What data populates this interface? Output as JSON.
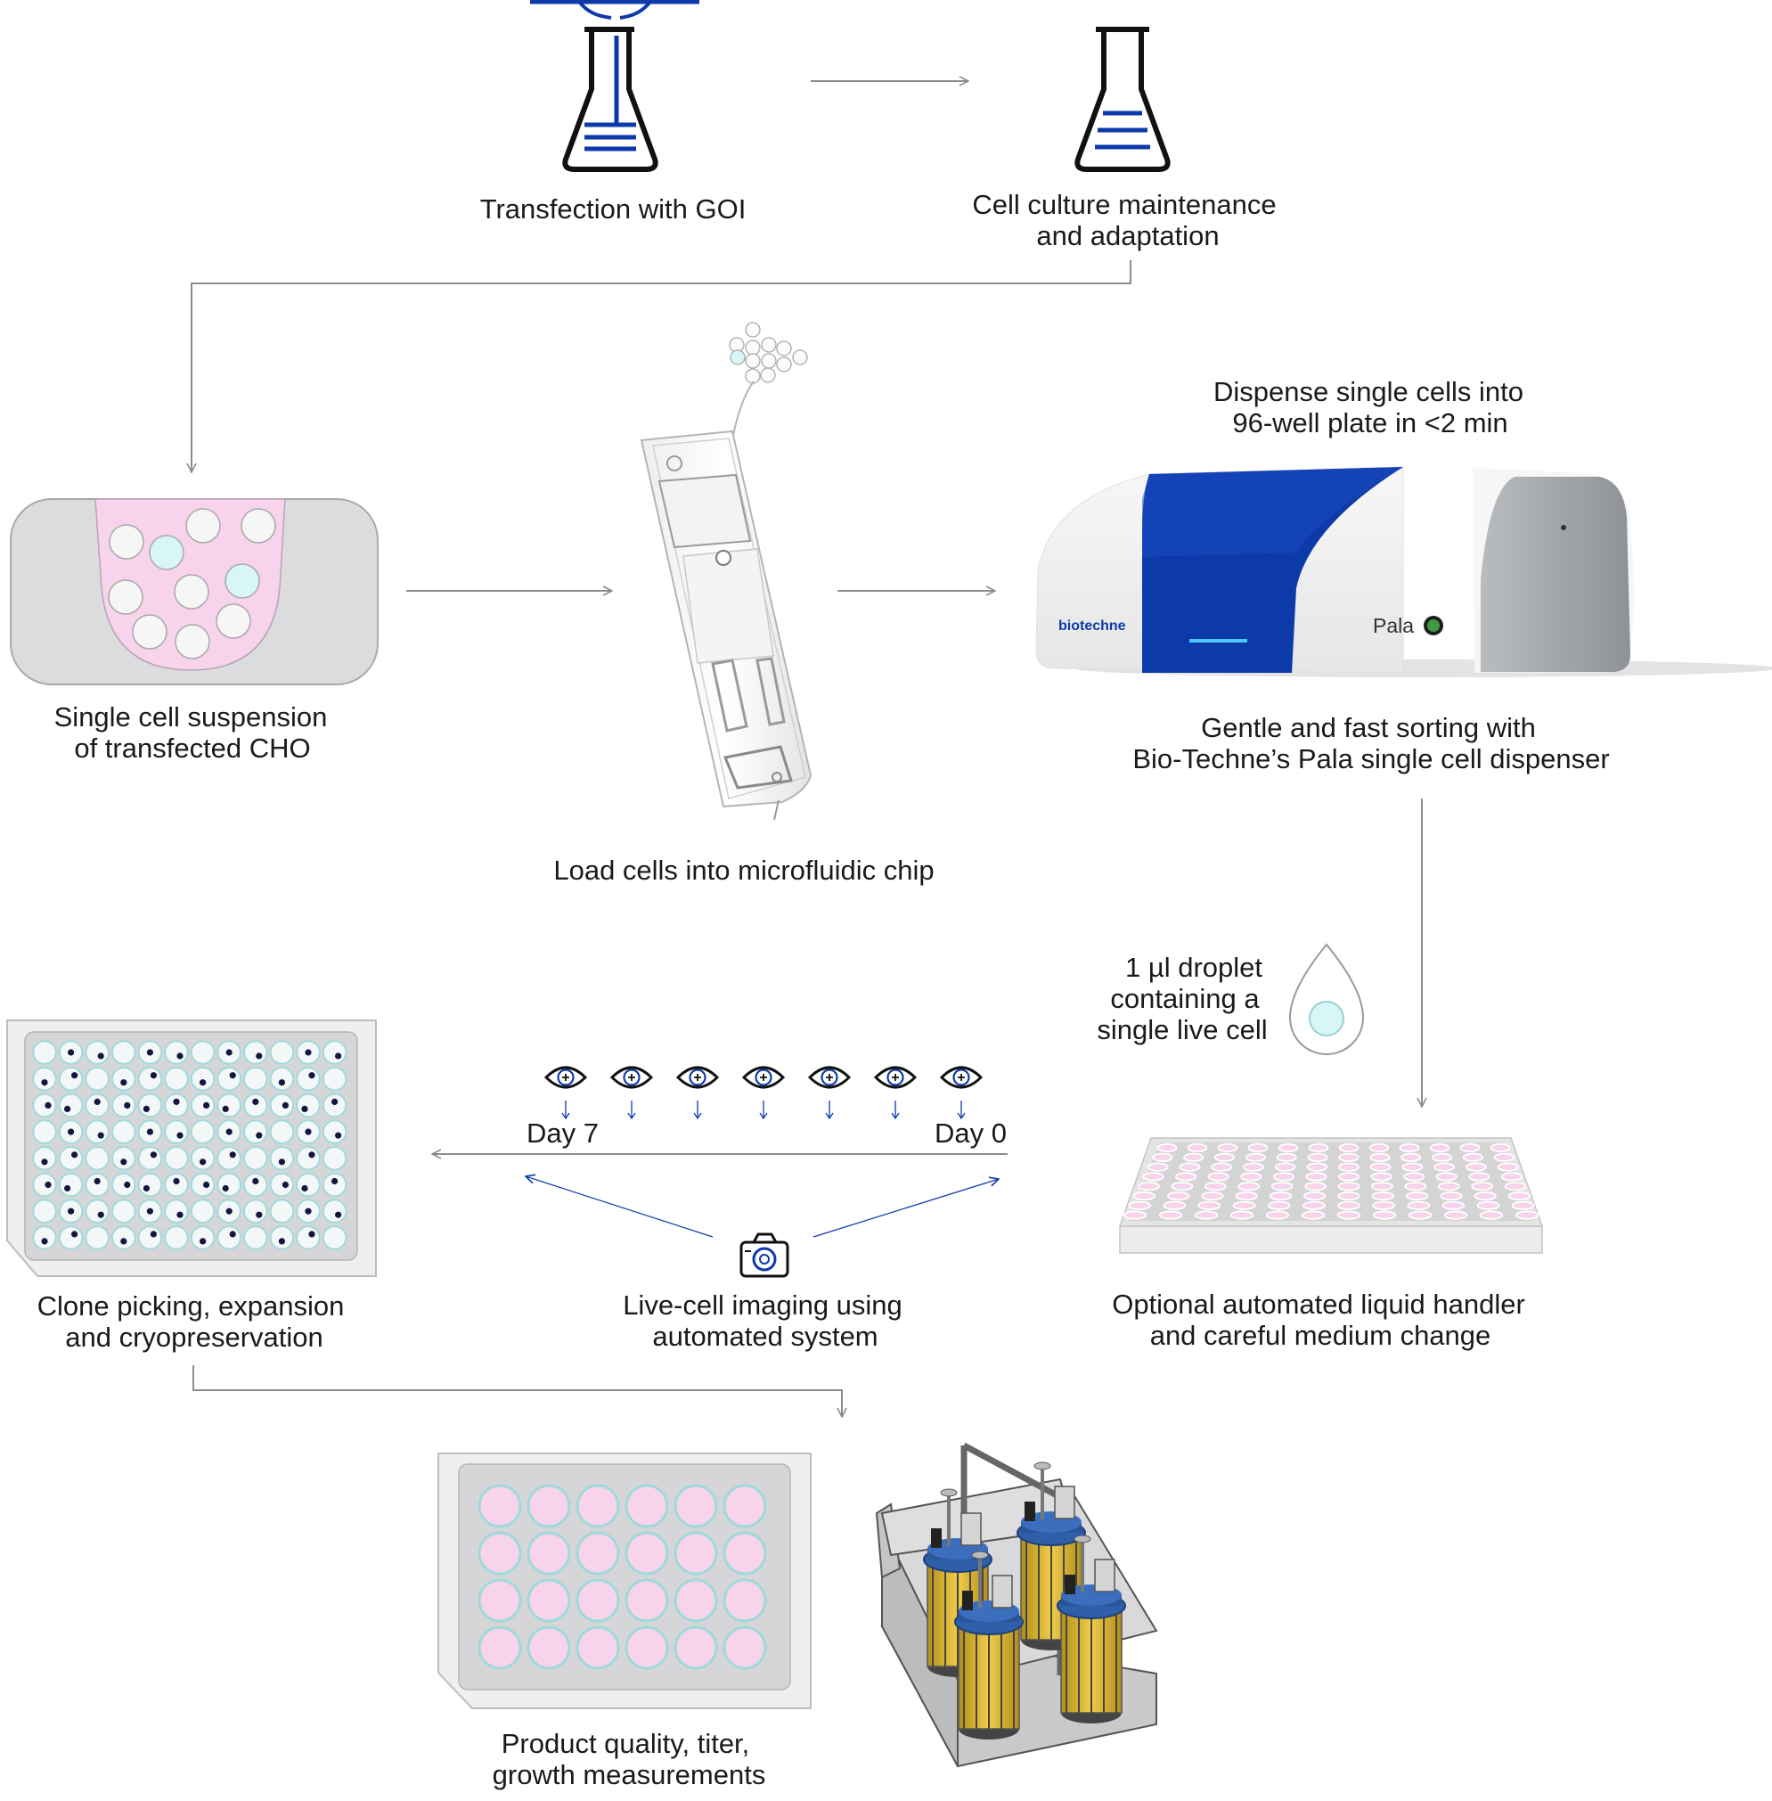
{
  "steps": {
    "transfection": "Transfection with GOI",
    "culture_l1": "Cell culture maintenance",
    "culture_l2": "and adaptation",
    "suspension_l1": "Single cell suspension",
    "suspension_l2": "of transfected CHO",
    "chip": "Load cells into microfluidic chip",
    "dispense_l1": "Dispense single cells into",
    "dispense_l2": "96-well plate in <2 min",
    "sorting_l1": "Gentle and fast sorting with",
    "sorting_l2": "Bio-Techne’s Pala single cell dispenser",
    "droplet_l1": "1 µl droplet",
    "droplet_l2": "containing a",
    "droplet_l3": "single live cell",
    "handler_l1": "Optional automated liquid handler",
    "handler_l2": "and careful medium change",
    "imaging_l1": "Live-cell imaging using",
    "imaging_l2": "automated system",
    "clone_l1": "Clone picking, expansion",
    "clone_l2": "and cryopreservation",
    "quality_l1": "Product quality, titer,",
    "quality_l2": "growth measurements"
  },
  "timeline": {
    "start": "Day 7",
    "end": "Day 0"
  },
  "device": {
    "brand": "biotechne",
    "model": "Pala"
  },
  "colors": {
    "brand_blue": "#0d3aa9",
    "pink": "#f8d3ec",
    "cyan": "#d8f6f7",
    "navy_dot": "#14163f",
    "arrow_gray": "#8c8c8c",
    "tray_gray": "#d9d9db"
  }
}
